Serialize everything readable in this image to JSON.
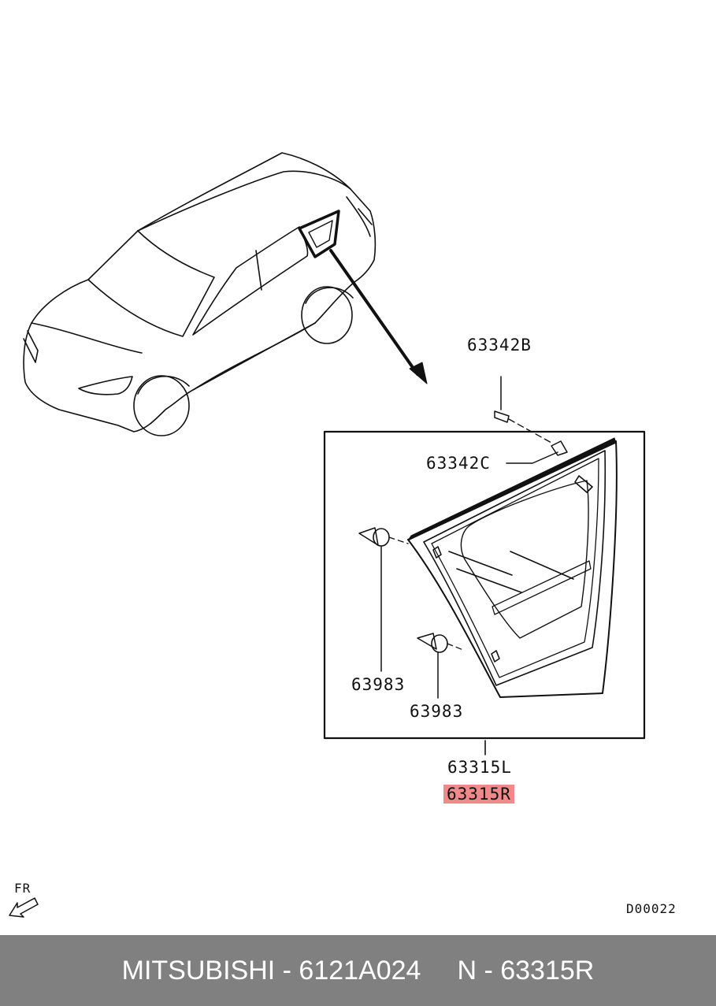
{
  "labels": {
    "p63342b": "63342B",
    "p63342c": "63342C",
    "p63983_a": "63983",
    "p63983_b": "63983",
    "p63315l": "63315L",
    "p63315r": "63315R",
    "fr": "FR",
    "diagram_code": "D00022"
  },
  "highlight_color": "#f08a8a",
  "footer": {
    "brand_part": "MITSUBISHI - 6121A024",
    "ref": "N - 63315R",
    "background": "#808080"
  }
}
